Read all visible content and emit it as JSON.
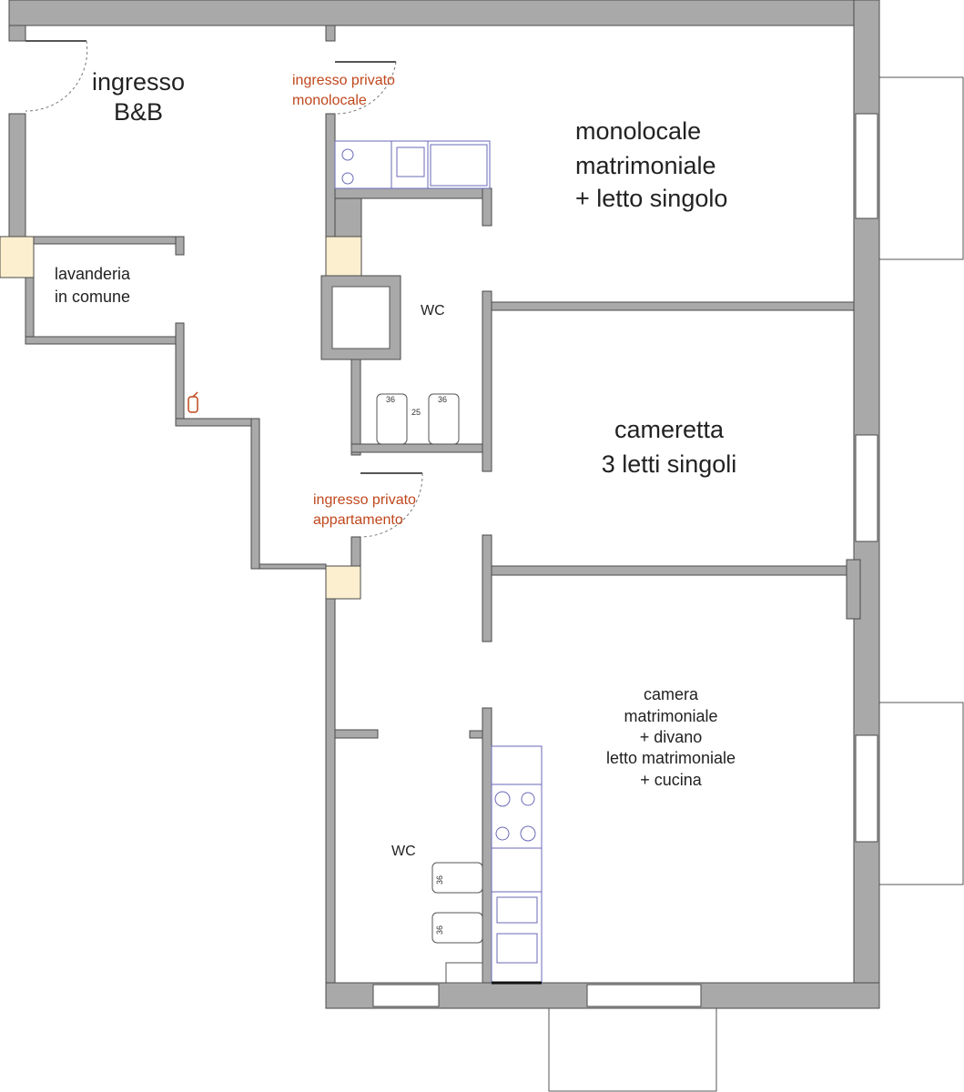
{
  "rooms": {
    "ingresso_bb": [
      "ingresso",
      "B&B"
    ],
    "lavanderia": [
      "lavanderia",
      "in comune"
    ],
    "ingresso_monolocale": [
      "ingresso privato",
      "monolocale"
    ],
    "monolocale": [
      "monolocale",
      "matrimoniale",
      "+ letto singolo"
    ],
    "wc_top": "WC",
    "cameretta": [
      "cameretta",
      "3 letti singoli"
    ],
    "ingresso_appartamento": [
      "ingresso privato",
      "appartamento"
    ],
    "camera": [
      "camera",
      "matrimoniale",
      "+ divano",
      "letto matrimoniale",
      "+ cucina"
    ],
    "wc_bottom": "WC"
  },
  "fixtures": {
    "size_a": "36",
    "gap": "25",
    "size_b": "36",
    "size_c": "36",
    "size_d": "36"
  },
  "colors": {
    "wall": "#a9a9a9",
    "column": "#fbefcf",
    "label_red": "#c0471c",
    "kitchen": "#6a6ab8"
  }
}
